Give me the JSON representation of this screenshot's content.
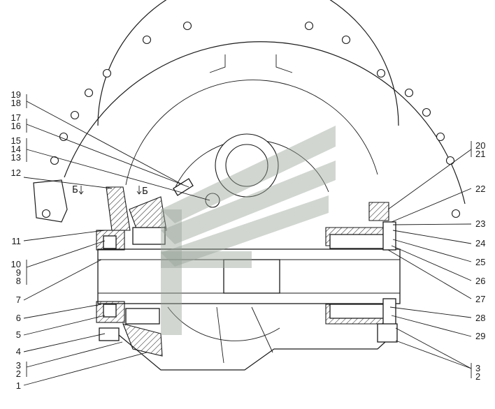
{
  "diagram": {
    "section_labels": [
      "Б",
      "Б"
    ],
    "callouts_left": [
      {
        "id": "c19-18",
        "lines": [
          "19",
          "18"
        ]
      },
      {
        "id": "c17-16",
        "lines": [
          "17",
          "16"
        ]
      },
      {
        "id": "c15-13",
        "lines": [
          "15",
          "14",
          "13"
        ]
      },
      {
        "id": "c12",
        "lines": [
          "12"
        ]
      },
      {
        "id": "c11",
        "lines": [
          "11"
        ]
      },
      {
        "id": "c10-8",
        "lines": [
          "10",
          "9",
          "8"
        ]
      },
      {
        "id": "c7",
        "lines": [
          "7"
        ]
      },
      {
        "id": "c6",
        "lines": [
          "6"
        ]
      },
      {
        "id": "c5",
        "lines": [
          "5"
        ]
      },
      {
        "id": "c4",
        "lines": [
          "4"
        ]
      },
      {
        "id": "c3-2",
        "lines": [
          "3",
          "2"
        ]
      },
      {
        "id": "c1",
        "lines": [
          "1"
        ]
      }
    ],
    "callouts_right": [
      {
        "id": "c20-21",
        "lines": [
          "20",
          "21"
        ]
      },
      {
        "id": "c22",
        "lines": [
          "22"
        ]
      },
      {
        "id": "c23",
        "lines": [
          "23"
        ]
      },
      {
        "id": "c24",
        "lines": [
          "24"
        ]
      },
      {
        "id": "c25",
        "lines": [
          "25"
        ]
      },
      {
        "id": "c26",
        "lines": [
          "26"
        ]
      },
      {
        "id": "c27",
        "lines": [
          "27"
        ]
      },
      {
        "id": "c28",
        "lines": [
          "28"
        ]
      },
      {
        "id": "c29",
        "lines": [
          "29"
        ]
      },
      {
        "id": "c3-2r",
        "lines": [
          "3",
          "2"
        ]
      }
    ],
    "colors": {
      "line": "#1a1a1a",
      "watermark": "#9aa49a",
      "background": "#ffffff"
    }
  }
}
